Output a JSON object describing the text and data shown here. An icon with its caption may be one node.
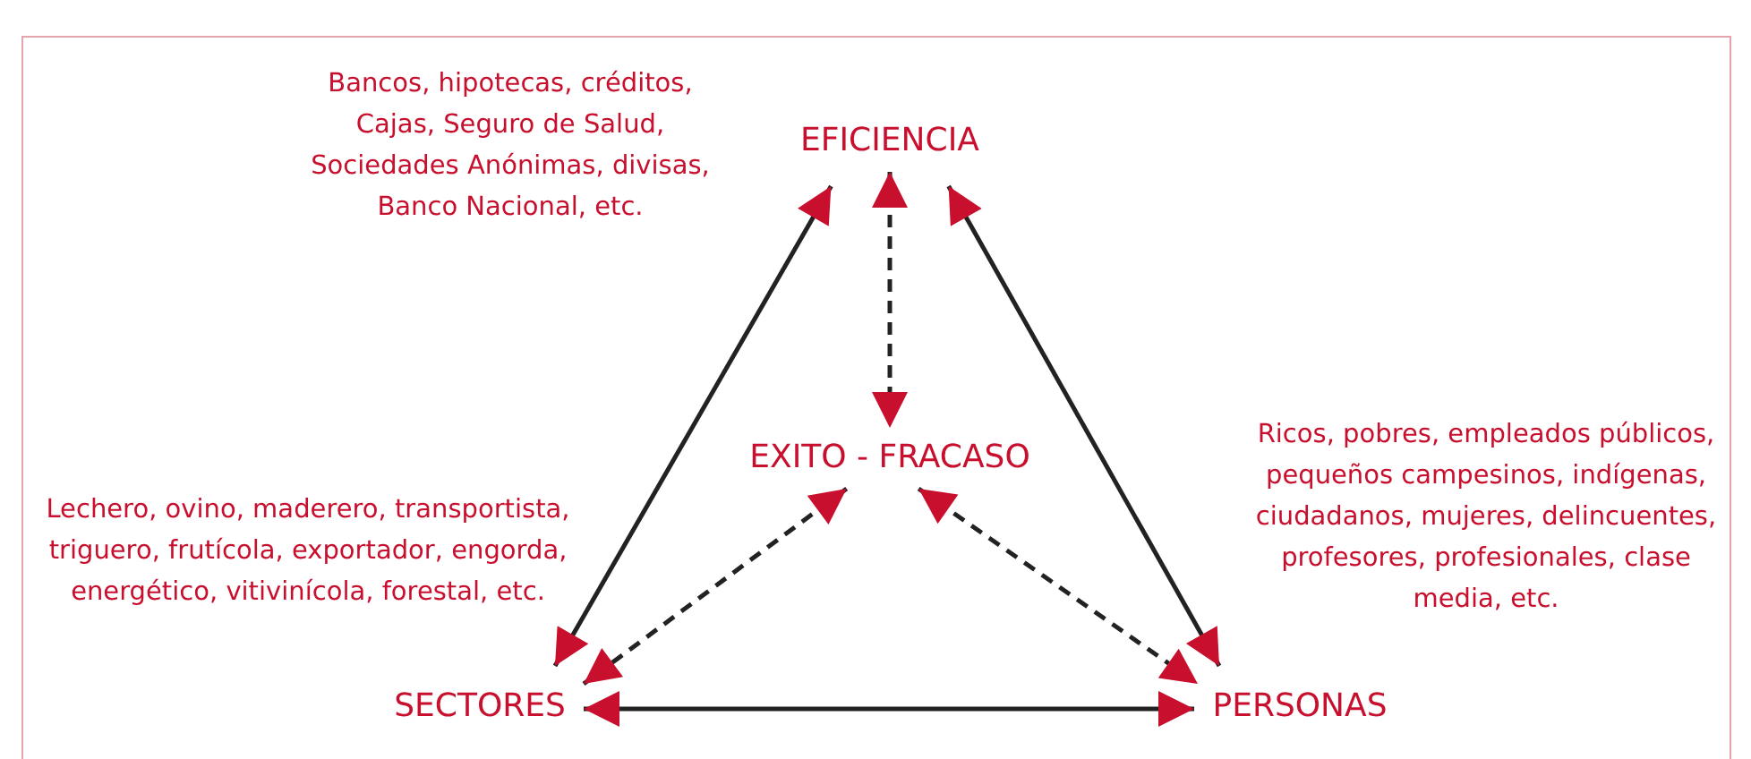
{
  "diagram": {
    "nodes": [
      {
        "text": [
          "EFICIENCIA"
        ],
        "beside": [
          "Bancos, hipotecas, créditos, Cajas, Seguro de Salud, Sociedades Anónimas, divisas, Banco Nacional, etc."
        ]
      },
      {
        "text": [
          "EXITO - FRACASO"
        ]
      },
      {
        "text": [
          "SECTORES"
        ],
        "beside": [
          "Lechero, ovino, maderero, transportista, triguero, frutícola, exportador, engorda, energético, vitivinícola, forestal, etc."
        ]
      },
      {
        "text": [
          "PERSONAS"
        ],
        "beside": [
          "Ricos, pobres, empleados públicos, pequeños campesinos, indígenas, ciudadanos, mujeres, delincuentes, profesores, profesionales, clase media, etc."
        ]
      }
    ],
    "edges": [
      {
        "from": 0,
        "to": 2,
        "arrow": "both"
      },
      {
        "from": 0,
        "to": 3,
        "arrow": "both"
      },
      {
        "from": 0,
        "to": 1,
        "arrow": "both",
        "style": "dashed"
      },
      {
        "from": 1,
        "to": 2,
        "arrow": "both",
        "style": "dashed"
      },
      {
        "from": 1,
        "to": 3,
        "arrow": "both",
        "style": "dashed"
      },
      {
        "from": 2,
        "to": 3,
        "arrow": "both"
      }
    ]
  }
}
